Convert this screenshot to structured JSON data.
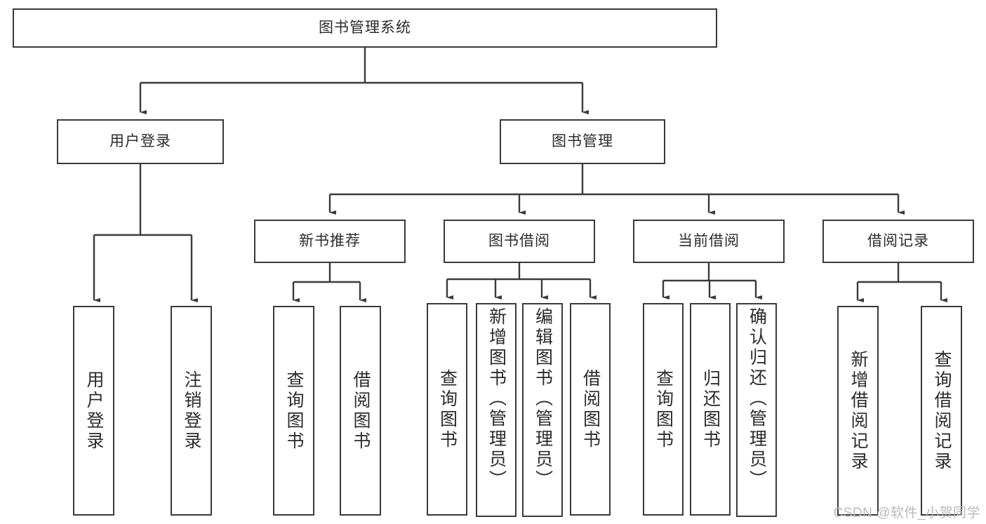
{
  "diagram": {
    "title": "图书管理系统",
    "type": "tree-hierarchy",
    "root": {
      "label": "图书管理系统"
    },
    "level2": [
      {
        "label": "用户登录"
      },
      {
        "label": "图书管理"
      }
    ],
    "level3": [
      {
        "label": "新书推荐"
      },
      {
        "label": "图书借阅"
      },
      {
        "label": "当前借阅"
      },
      {
        "label": "借阅记录"
      }
    ],
    "leaves": {
      "user_login": [
        {
          "label": "用户登录"
        },
        {
          "label": "注销登录"
        }
      ],
      "new_book_recommend": [
        {
          "label": "查询图书"
        },
        {
          "label": "借阅图书"
        }
      ],
      "book_borrow": [
        {
          "label": "查询图书"
        },
        {
          "label": "新增图书（管理员）"
        },
        {
          "label": "编辑图书（管理员）"
        },
        {
          "label": "借阅图书"
        }
      ],
      "current_borrow": [
        {
          "label": "查询图书"
        },
        {
          "label": "归还图书"
        },
        {
          "label": "确认归还（管理员）"
        }
      ],
      "borrow_record": [
        {
          "label": "新增借阅记录"
        },
        {
          "label": "查询借阅记录"
        }
      ]
    }
  },
  "watermark": {
    "text": "CSDN @软件_小贺同学"
  },
  "colors": {
    "box_border": "#3a3a3a",
    "connector": "#3a3a3a",
    "text": "#2b2b2b",
    "background": "#ffffff",
    "watermark": "#b9b9b9"
  }
}
